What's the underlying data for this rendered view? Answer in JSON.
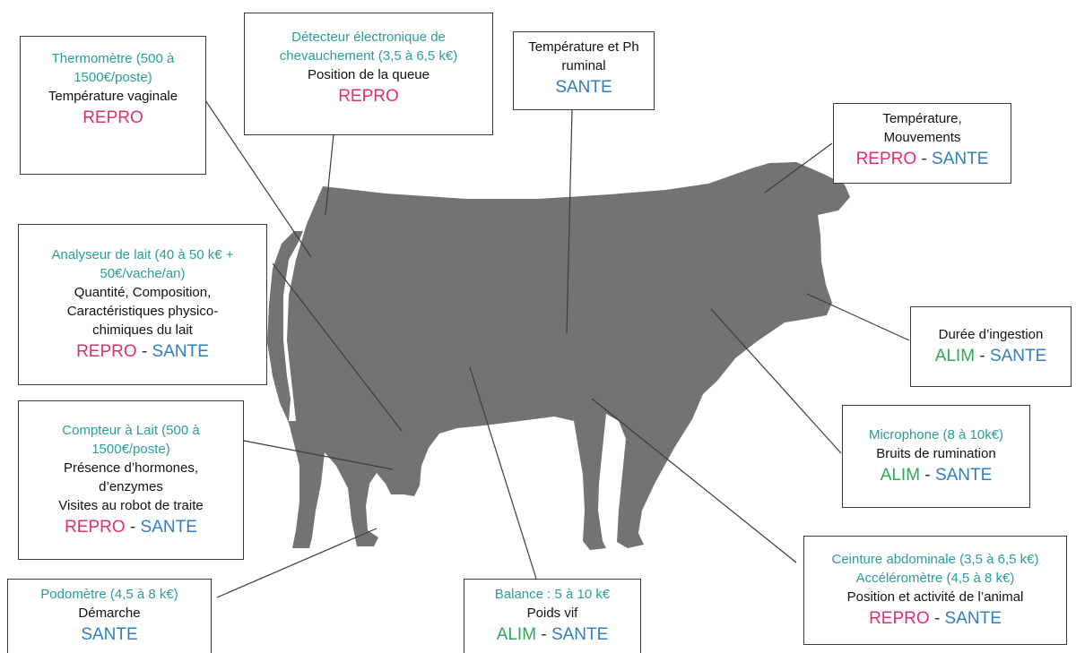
{
  "colors": {
    "cow": "#737373",
    "leader_line": "#3c3c3c",
    "cost_text": "#2a9d9a",
    "repro": "#e0306b",
    "sante": "#2f7ec1",
    "alim": "#2eaa55"
  },
  "tag_separator": "-",
  "boxes": {
    "thermometre": {
      "lines": [
        "Thermomètre (500 à",
        "1500€/poste)",
        "Température vaginale"
      ],
      "tags": [
        "REPRO"
      ]
    },
    "detecteur": {
      "lines": [
        "Détecteur électronique de",
        "chevauchement (3,5 à 6,5 k€)",
        "Position de la queue"
      ],
      "tags": [
        "REPRO"
      ]
    },
    "temperature_ph": {
      "lines": [
        "Température et Ph",
        "ruminal"
      ],
      "tags": [
        "SANTE"
      ]
    },
    "temperature_mouvements": {
      "lines": [
        "Température,",
        "Mouvements"
      ],
      "tags": [
        "REPRO",
        "SANTE"
      ]
    },
    "analyseur": {
      "lines": [
        "Analyseur de lait (40 à 50 k€ +",
        "50€/vache/an)",
        "Quantité, Composition,",
        "Caractéristiques physico-",
        "chimiques du lait"
      ],
      "tags": [
        "REPRO",
        "SANTE"
      ]
    },
    "duree_ingestion": {
      "lines": [
        "Durée d’ingestion"
      ],
      "tags": [
        "ALIM",
        "SANTE"
      ]
    },
    "microphone": {
      "lines": [
        "Microphone (8 à 10k€)",
        "Bruits de rumination"
      ],
      "tags": [
        "ALIM",
        "SANTE"
      ]
    },
    "compteur": {
      "lines": [
        "Compteur à Lait (500 à",
        "1500€/poste)",
        "Présence d’hormones,",
        "d’enzymes",
        "Visites au robot de traite"
      ],
      "tags": [
        "REPRO",
        "SANTE"
      ]
    },
    "ceinture": {
      "lines": [
        "Ceinture abdominale (3,5 à 6,5 k€)",
        "Accéléromètre (4,5 à 8 k€)",
        "Position et activité de l’animal"
      ],
      "tags": [
        "REPRO",
        "SANTE"
      ]
    },
    "balance": {
      "lines": [
        "Balance : 5 à 10 k€",
        "Poids vif"
      ],
      "tags": [
        "ALIM",
        "SANTE"
      ]
    },
    "podometre": {
      "lines": [
        "Podomètre (4,5 à 8 k€)",
        "Démarche"
      ],
      "tags": [
        "SANTE"
      ]
    }
  }
}
